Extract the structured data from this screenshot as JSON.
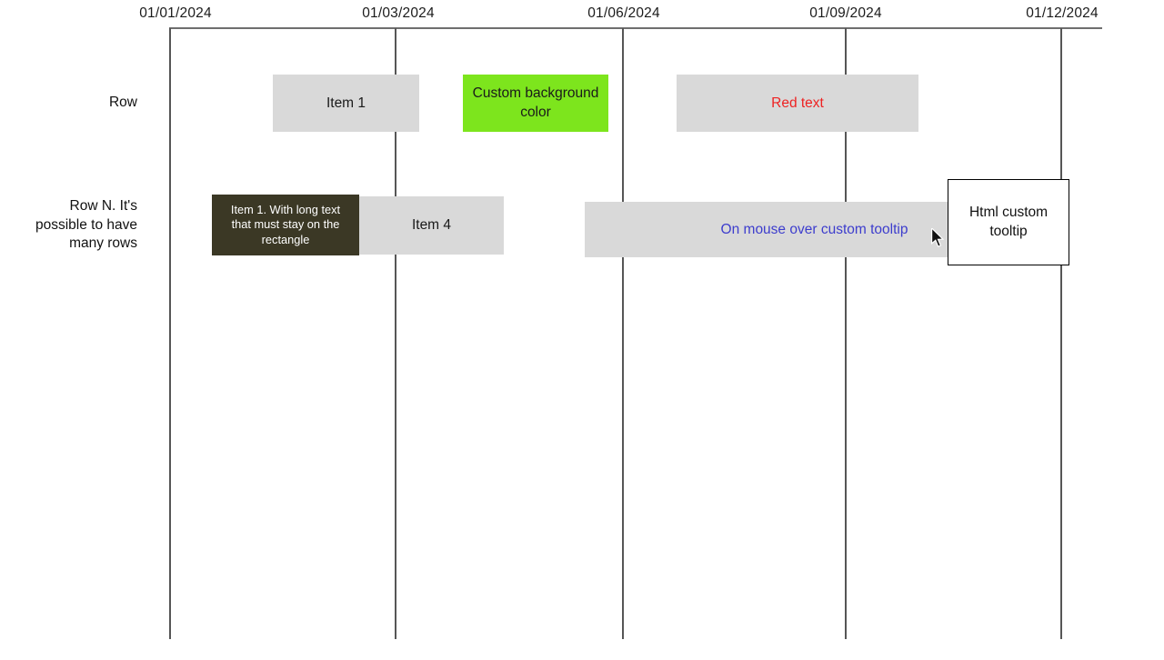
{
  "page": {
    "background": "#ffffff"
  },
  "chart_data": {
    "type": "bar",
    "subtype": "timeline-gantt",
    "title": "",
    "x_axis": {
      "position": "top",
      "tick_labels": [
        "01/01/2024",
        "01/03/2024",
        "01/06/2024",
        "01/09/2024",
        "01/12/2024"
      ],
      "range_note": "time axis from 01/01/2024 to 01/12/2024, ticks equally spaced"
    },
    "grid": {
      "vertical_lines": true,
      "horizontal_lines": false,
      "line_color": "#565656"
    },
    "rows": [
      {
        "label": "Row",
        "bars": [
          {
            "text": "Item 1",
            "bg_color": "#d9d9d9",
            "text_color": "#1a1a1a",
            "approx_start": "2024-01-28",
            "approx_end": "2024-03-10"
          },
          {
            "text": "Custom background color",
            "bg_color": "#7de51d",
            "text_color": "#1a1a1a",
            "approx_start": "2024-03-28",
            "approx_end": "2024-05-26"
          },
          {
            "text": "Red text",
            "bg_color": "#d9d9d9",
            "text_color": "#ee2222",
            "approx_start": "2024-06-22",
            "approx_end": "2024-10-01"
          }
        ]
      },
      {
        "label": "Row N. It's possible to have many rows",
        "bars": [
          {
            "text": "Item 1. With long text that must stay on the rectangle",
            "bg_color": "#3b3825",
            "text_color": "#ffffff",
            "approx_start": "2024-01-12",
            "approx_end": "2024-02-20"
          },
          {
            "text": "Item 4",
            "bg_color": "#d9d9d9",
            "text_color": "#1a1a1a",
            "approx_start": "2024-02-20",
            "approx_end": "2024-04-14"
          },
          {
            "text": "On mouse over custom tooltip",
            "bg_color": "#d9d9d9",
            "text_color": "#3d3dcd",
            "approx_start": "2024-05-16",
            "approx_end": "2024-11-24",
            "state": "hovered"
          }
        ]
      }
    ],
    "tooltip": {
      "text": "Html custom tooltip",
      "bg_color": "#ffffff",
      "border_color": "#000000"
    },
    "cursor": {
      "visible": true,
      "position": "over right end of hovered bar"
    }
  }
}
